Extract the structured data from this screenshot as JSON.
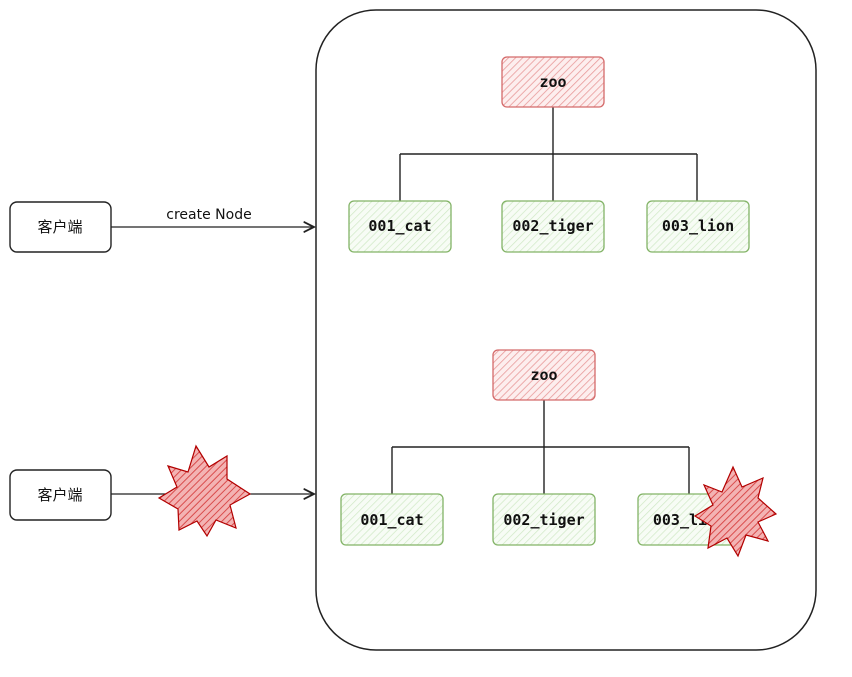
{
  "clients": [
    {
      "label": "客户端"
    },
    {
      "label": "客户端"
    }
  ],
  "edge_label": "create Node",
  "trees": [
    {
      "root": "zoo",
      "children": [
        "001_cat",
        "002_tiger",
        "003_lion"
      ]
    },
    {
      "root": "zoo",
      "children": [
        "001_cat",
        "002_tiger",
        "003_lion"
      ]
    }
  ],
  "colors": {
    "root_fill": "#f8cecc",
    "root_stroke": "#d46a6a",
    "child_fill": "#e6f4e1",
    "child_stroke": "#82b366",
    "burst_fill": "#e56b6b",
    "burst_stroke": "#b20000"
  }
}
